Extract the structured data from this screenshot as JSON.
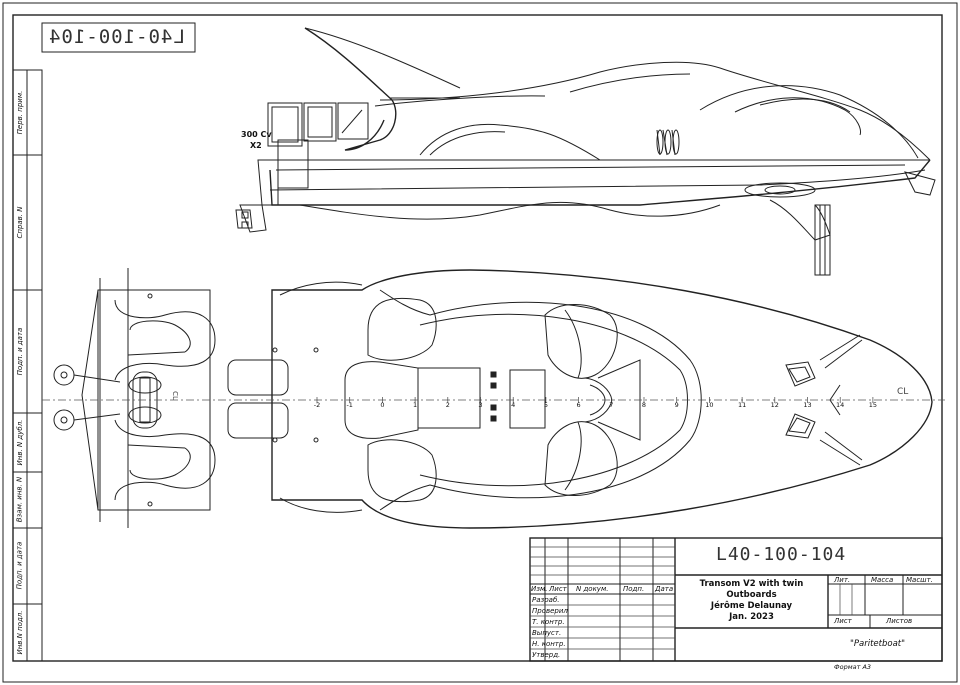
{
  "drawing": {
    "number": "L40-100-104",
    "number_mirrored": "L40-100-104",
    "title_lines": [
      "Transom V2 with twin Outboards",
      "Jérôme Delaunay",
      "Jan. 2023"
    ],
    "company": "\"Paritetboat\"",
    "format": "Формат А3",
    "engine_label_line1": "300 Cv",
    "engine_label_line2": "X2",
    "centerline_label": "CL",
    "centerline_label_small": "CL",
    "station_ticks": [
      "-2",
      "-1",
      "0",
      "1",
      "2",
      "3",
      "4",
      "5",
      "6",
      "7",
      "8",
      "9",
      "10",
      "11",
      "12",
      "13",
      "14",
      "15"
    ]
  },
  "title_block": {
    "header_cols": [
      "Изм.",
      "Лист",
      "N докум.",
      "Подп.",
      "Дата"
    ],
    "rows": [
      "Разраб.",
      "Проверил",
      "Т. контр.",
      "Выпуст.",
      "Н. контр.",
      "Утверд."
    ],
    "right_headers": [
      "Лит.",
      "Масса",
      "Масшт."
    ],
    "sheet_label": "Лист",
    "sheets_label": "Листов"
  },
  "side_strip": {
    "labels": [
      "Перв. прим.",
      "Справ. N",
      "Подп. и дата",
      "Инв. N дубл.",
      "Взам. инв. N",
      "Подп. и дата",
      "Инв.N подл."
    ]
  }
}
